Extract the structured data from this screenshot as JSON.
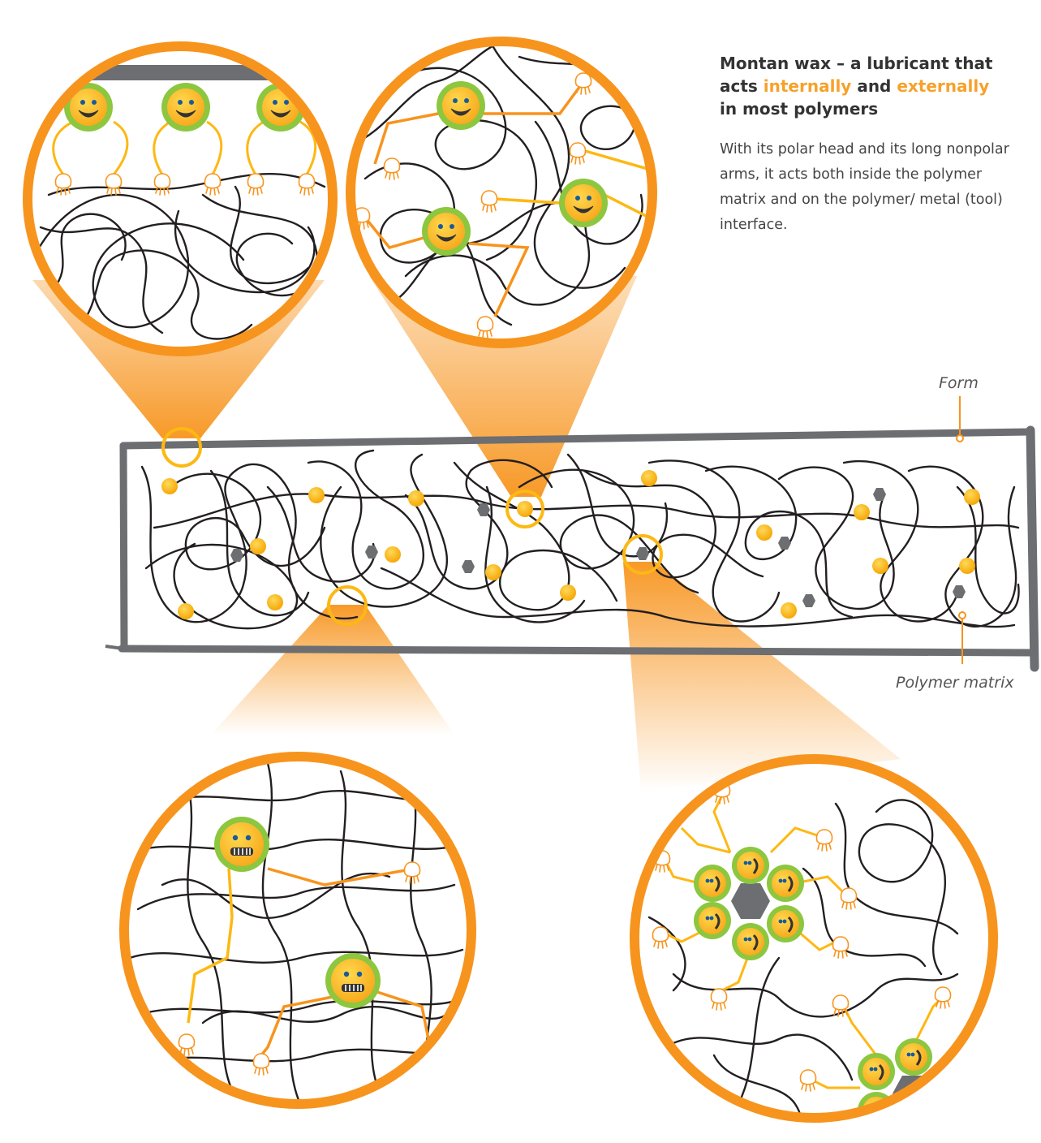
{
  "caption": {
    "title_part1": "Montan wax – a lubricant that acts ",
    "title_internally": "internally",
    "title_and": " and ",
    "title_externally": "externally",
    "title_part2": " in most polymers",
    "description": "With its polar head and its long nonpolar arms, it acts both inside the polymer matrix and on the polymer/ metal (tool) interface."
  },
  "labels": {
    "form": "Form",
    "polymer_matrix": "Polymer matrix"
  },
  "colors": {
    "accent_orange": "#F7941D",
    "highlight_orange": "#F7A12A",
    "lubricant_yellow": "#FDB813",
    "head_green": "#8DC63F",
    "mold_gray": "#6D6E71",
    "polymer_chain": "#231F20"
  },
  "icons": {
    "happy_face": "smiley-face-icon",
    "grimace_face": "grimace-face-icon",
    "hand": "hand-icon",
    "filler": "hexagon-filler-icon"
  }
}
